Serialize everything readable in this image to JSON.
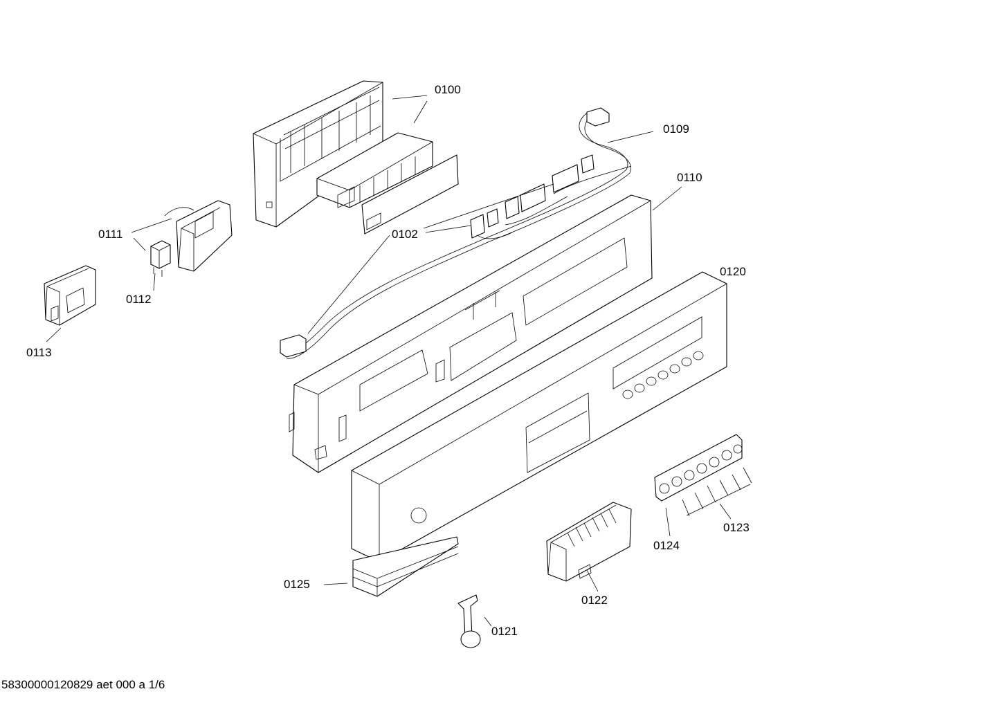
{
  "labels": {
    "p0100": "0100",
    "p0102": "0102",
    "p0109": "0109",
    "p0110": "0110",
    "p0111": "0111",
    "p0112": "0112",
    "p0113": "0113",
    "p0120": "0120",
    "p0121": "0121",
    "p0122": "0122",
    "p0123": "0123",
    "p0124": "0124",
    "p0125": "0125"
  },
  "footer": "58300000120829 aet 000 a 1/6"
}
